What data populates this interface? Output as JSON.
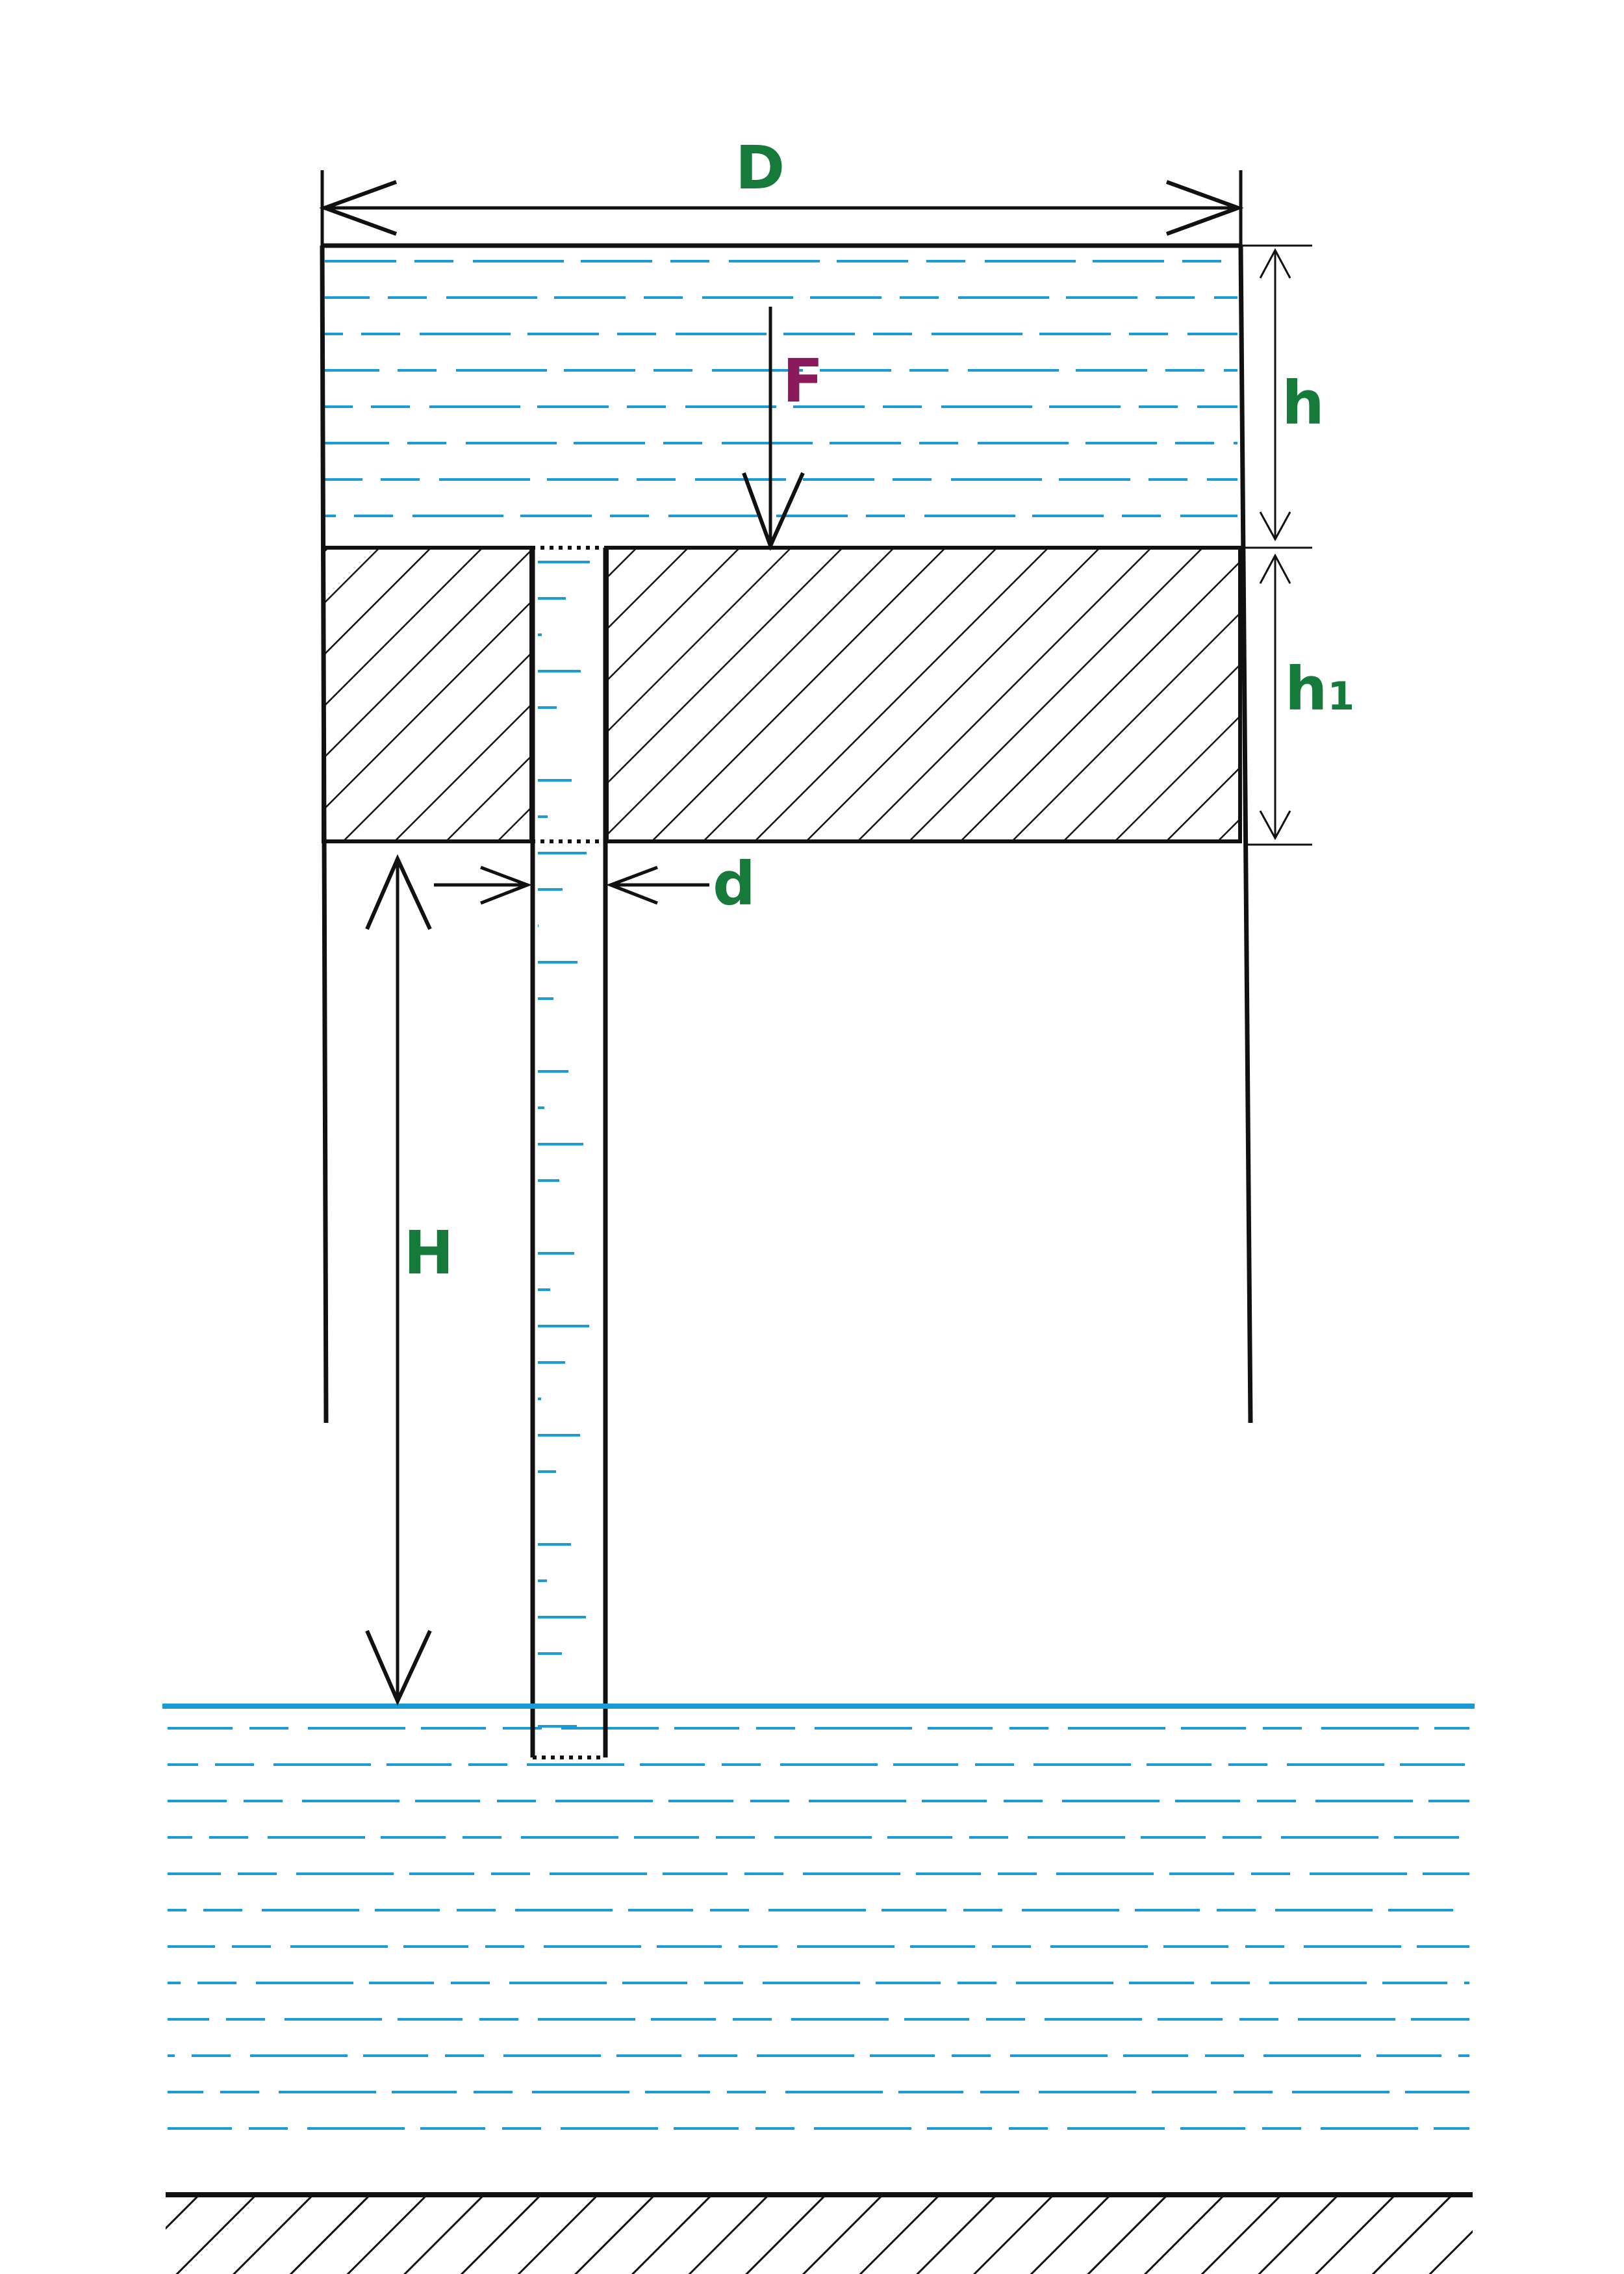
{
  "labels": {
    "diameter": "D",
    "force": "F",
    "liquid_height": "h",
    "piston_height": "h",
    "piston_height_sub": "1",
    "tube_diameter": "d",
    "lift_height": "H"
  },
  "colors": {
    "outline": "#111111",
    "water": "#1a9ad6",
    "label_green": "#157a3a",
    "label_purple": "#8a1a5c"
  }
}
